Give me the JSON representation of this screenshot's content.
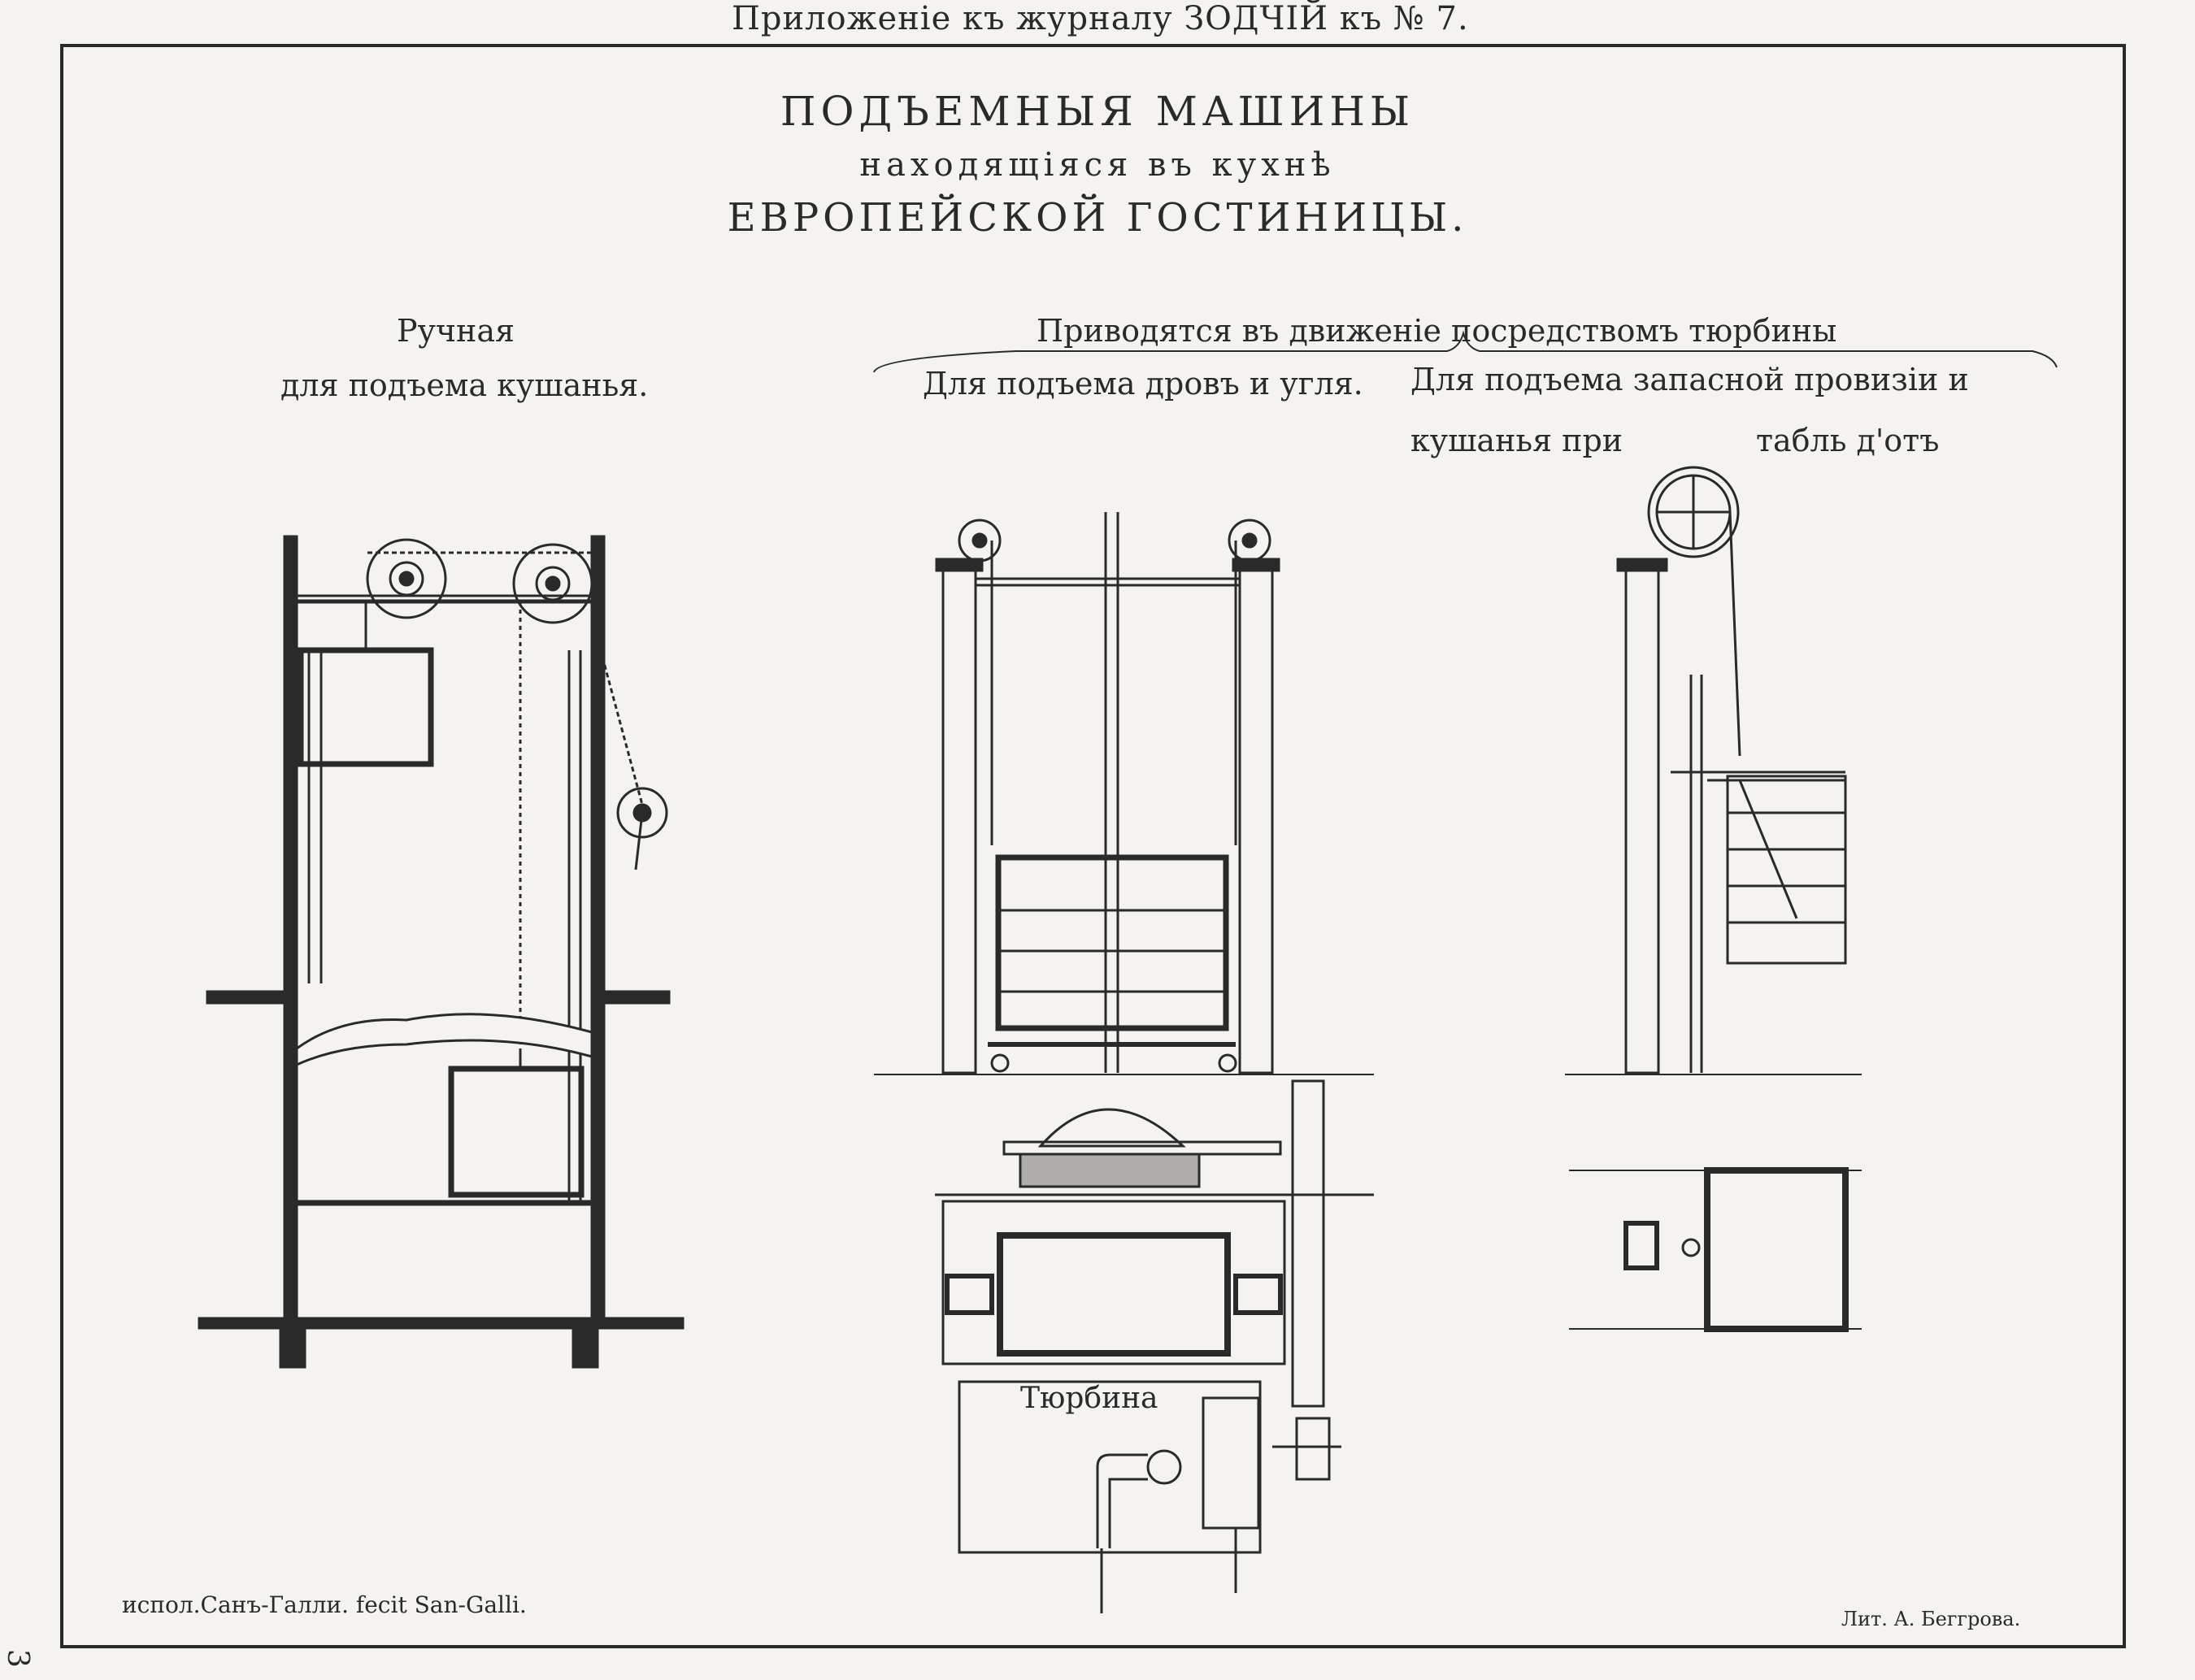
{
  "header": "Приложеніе къ журналу ЗОДЧІЙ къ № 7.",
  "title": {
    "line1": "ПОДЪЕМНЫЯ МАШИНЫ",
    "line2": "находящіяся въ кухнѣ",
    "line3": "ЕВРОПЕЙСКОЙ ГОСТИНИЦЫ."
  },
  "sections": {
    "manual_title": "Ручная",
    "manual_subtitle": "для подъема кушанья.",
    "turbine_heading": "Приводятся въ движеніе посредствомъ тюрбины",
    "wood_coal": "Для подъема дровъ и угля.",
    "provisions_line1": "Для подъема запасной провизіи и",
    "provisions_line2_a": "кушанья при",
    "provisions_line2_b": "табль д'отъ"
  },
  "turbine_label": "Тюрбина",
  "footer": {
    "left": "испол.Санъ-Галли. fecit San-Galli.",
    "right": "Лит. А. Беггрова."
  },
  "margin_mark": "3"
}
